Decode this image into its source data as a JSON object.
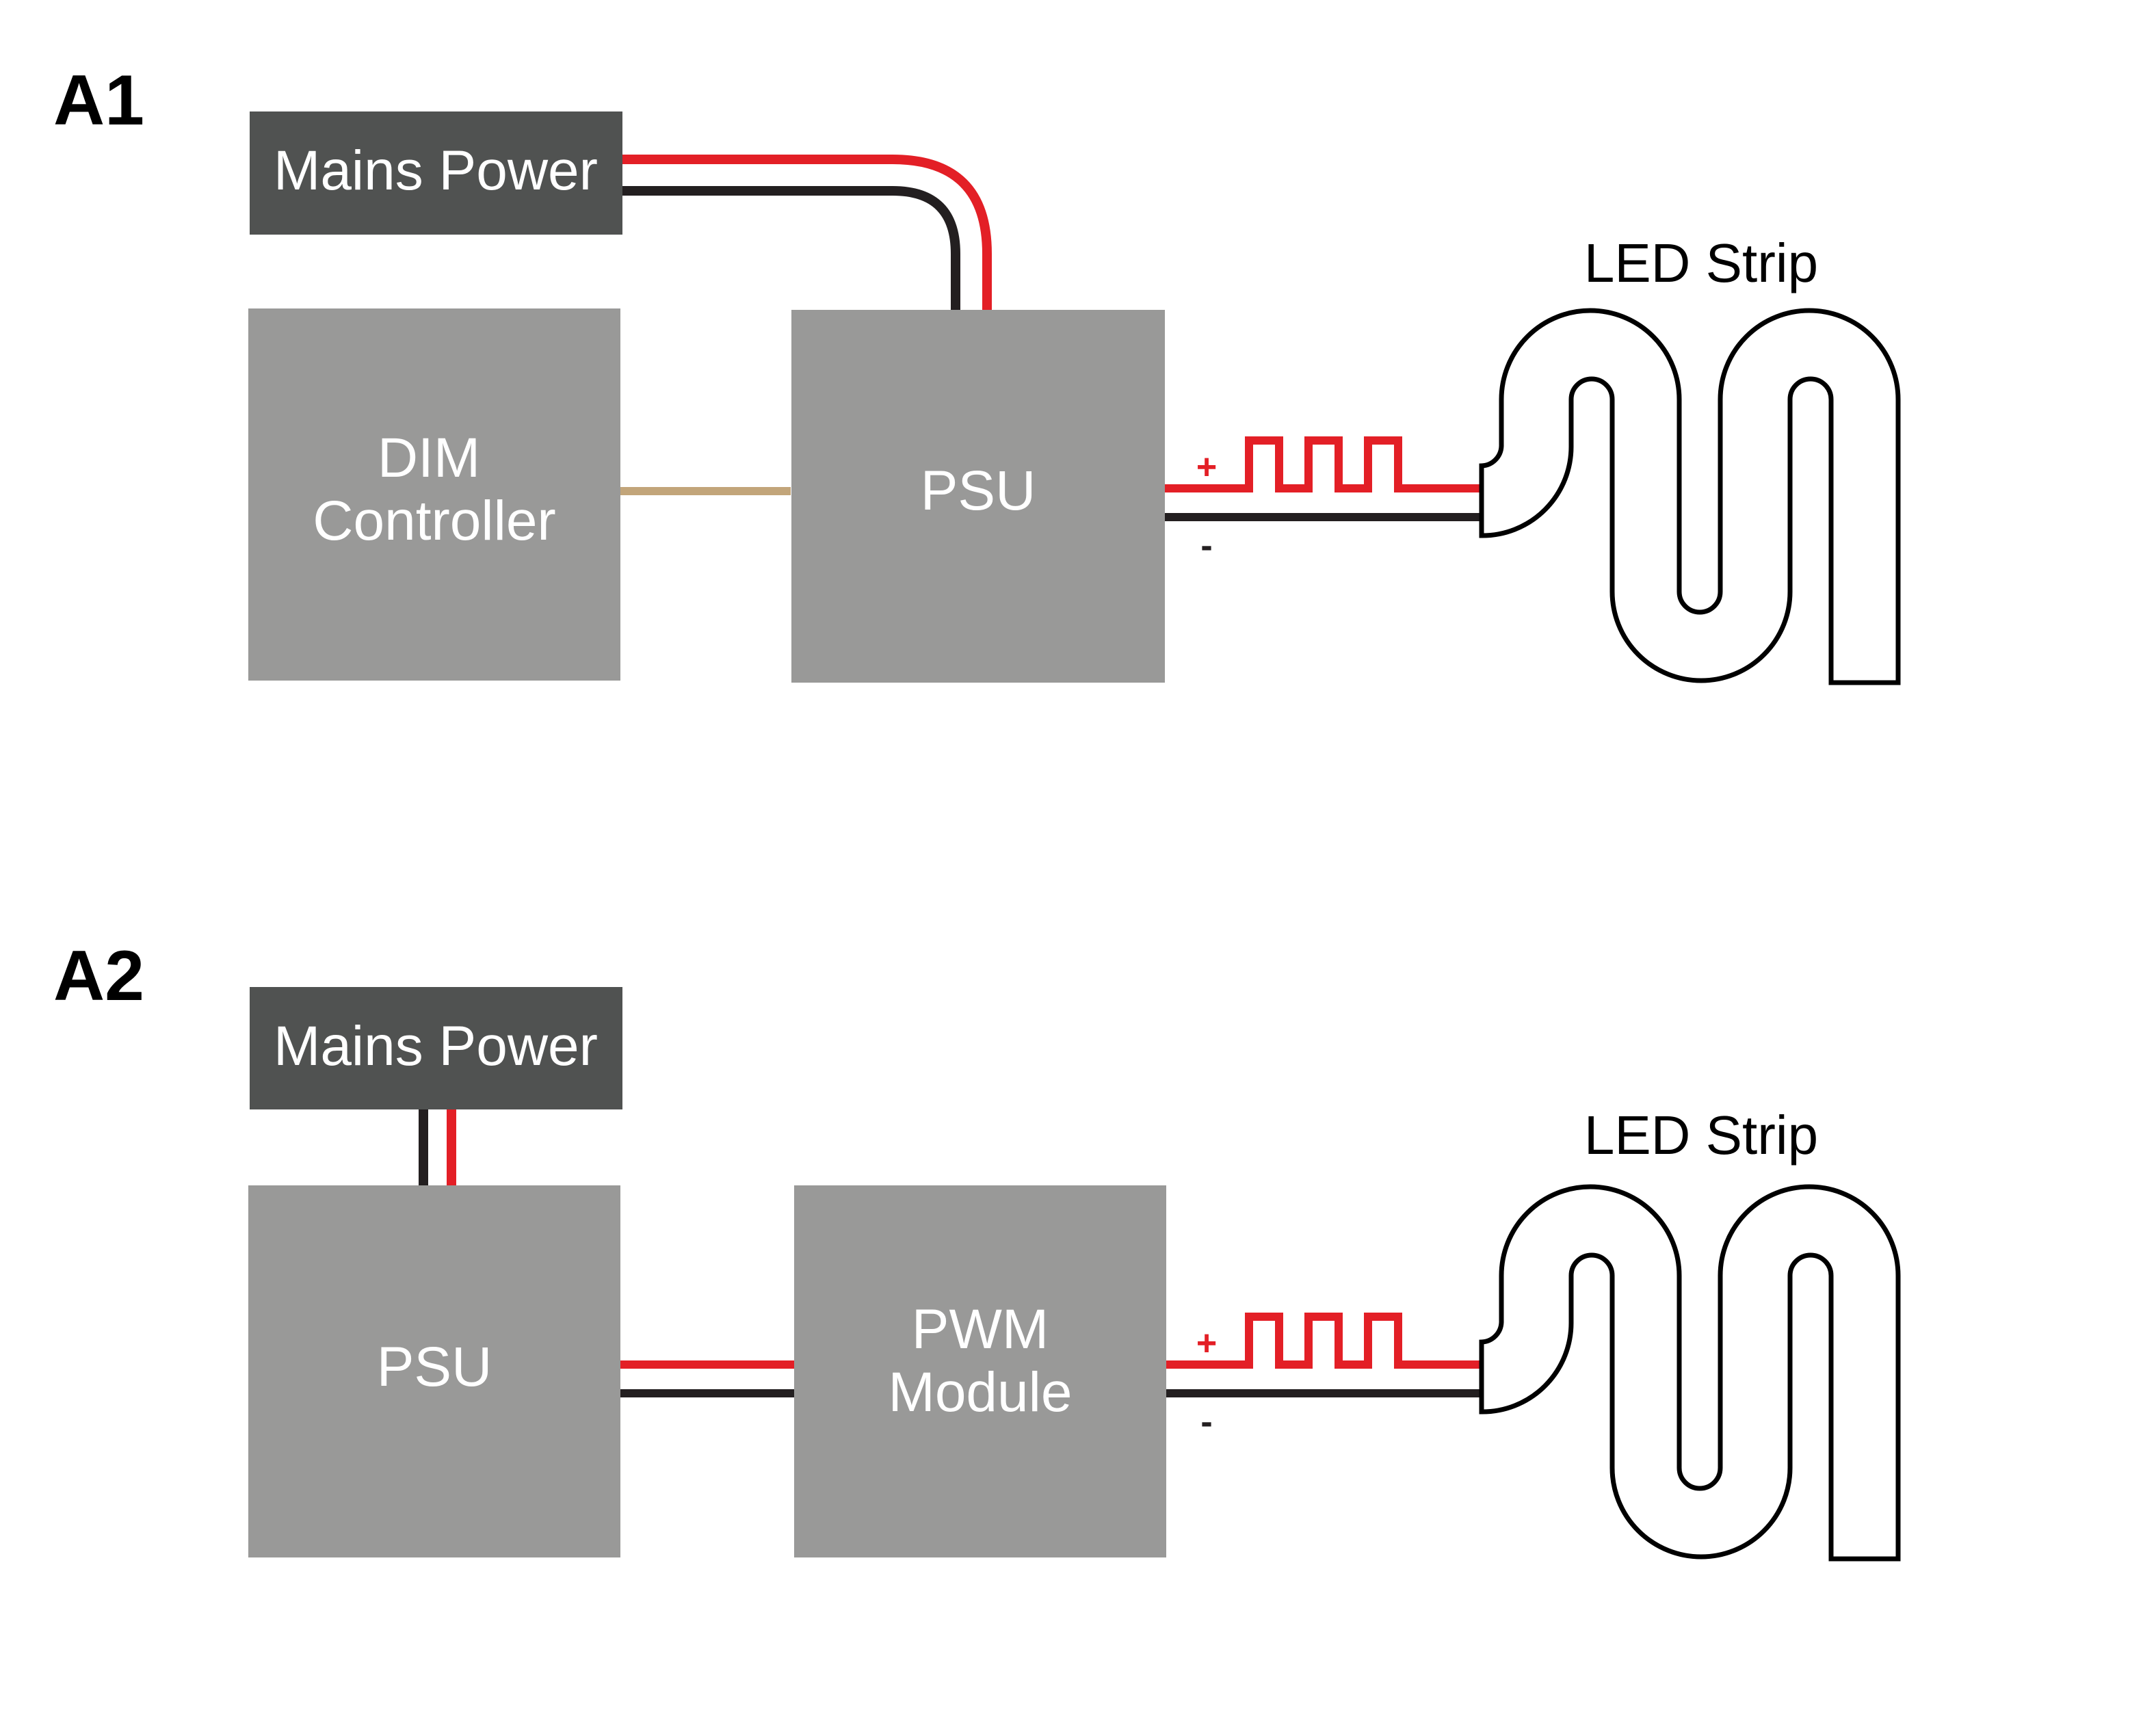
{
  "colors": {
    "mains_box": "#505251",
    "gray_box": "#999998",
    "wire_positive": "#e31f26",
    "wire_negative": "#231f20",
    "dim_link": "#c2a57a",
    "strip_outline": "#000000"
  },
  "diagram_a1": {
    "section_label": "A1",
    "mains_label": "Mains Power",
    "controller_label_line1": "DIM",
    "controller_label_line2": "Controller",
    "psu_label": "PSU",
    "strip_label": "LED Strip",
    "plus_label": "+",
    "minus_label": "-"
  },
  "diagram_a2": {
    "section_label": "A2",
    "mains_label": "Mains Power",
    "psu_label": "PSU",
    "module_label_line1": "PWM",
    "module_label_line2": "Module",
    "strip_label": "LED Strip",
    "plus_label": "+",
    "minus_label": "-"
  }
}
